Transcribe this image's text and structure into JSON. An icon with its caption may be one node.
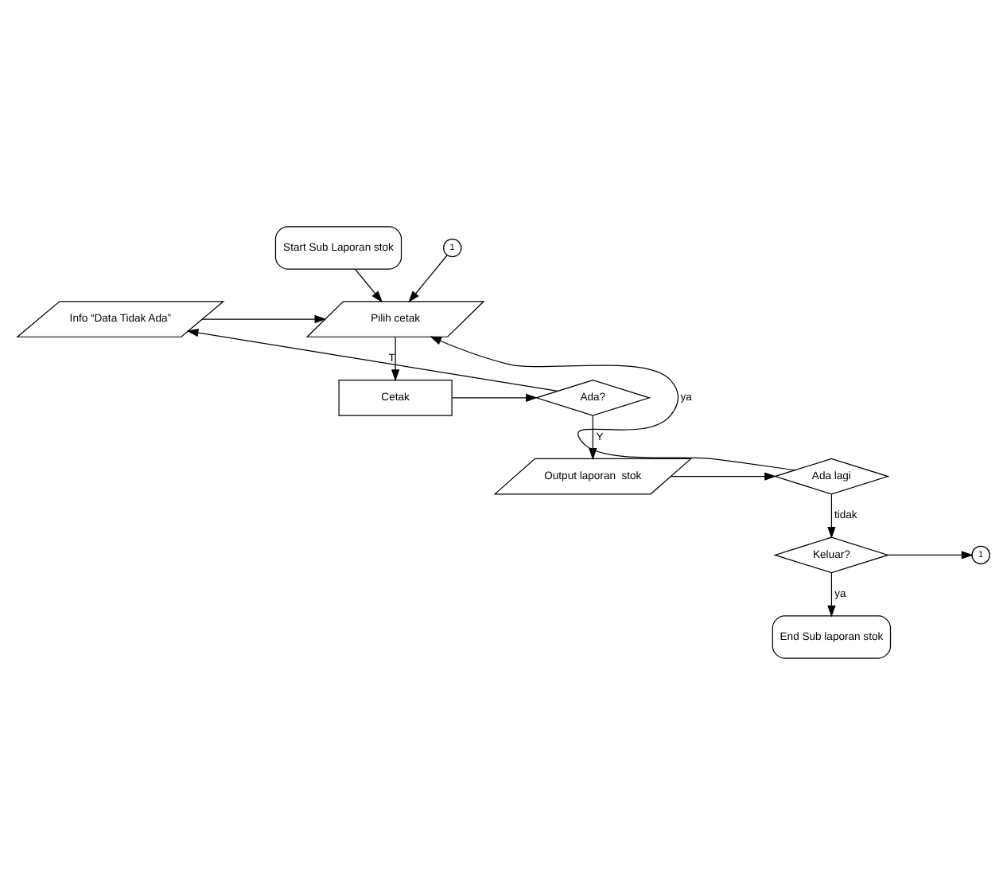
{
  "diagram": {
    "nodes": [
      {
        "text": [
          "Start Sub Laporan stok"
        ]
      },
      {
        "text": [
          "1"
        ]
      },
      {
        "text": [
          "Pilih cetak"
        ]
      },
      {
        "text": [
          "Cetak"
        ]
      },
      {
        "text": [
          "Ada?"
        ]
      },
      {
        "text": [
          "Info “Data Tidak Ada”"
        ]
      },
      {
        "text": [
          "Output laporan  stok"
        ]
      },
      {
        "text": [
          "Ada lagi"
        ]
      },
      {
        "text": [
          "Keluar?"
        ]
      },
      {
        "text": [
          "1"
        ]
      },
      {
        "text": [
          "End Sub laporan stok"
        ]
      }
    ],
    "edges": [
      {
        "from": 0,
        "to": 2,
        "arrow": "to"
      },
      {
        "from": 1,
        "to": 2,
        "arrow": "to"
      },
      {
        "from": 5,
        "to": 2,
        "arrow": "to"
      },
      {
        "from": 2,
        "to": 3,
        "arrow": "to"
      },
      {
        "from": 3,
        "to": 4,
        "arrow": "to"
      },
      {
        "from": 4,
        "to": 5,
        "arrow": "to",
        "label": "T"
      },
      {
        "from": 4,
        "to": 6,
        "arrow": "to",
        "label": "Y"
      },
      {
        "from": 6,
        "to": 7,
        "arrow": "to"
      },
      {
        "from": 7,
        "to": 2,
        "arrow": "to",
        "label": "ya"
      },
      {
        "from": 7,
        "to": 8,
        "arrow": "to",
        "label": "tidak"
      },
      {
        "from": 8,
        "to": 9,
        "arrow": "to"
      },
      {
        "from": 8,
        "to": 10,
        "arrow": "to",
        "label": "ya"
      }
    ]
  }
}
